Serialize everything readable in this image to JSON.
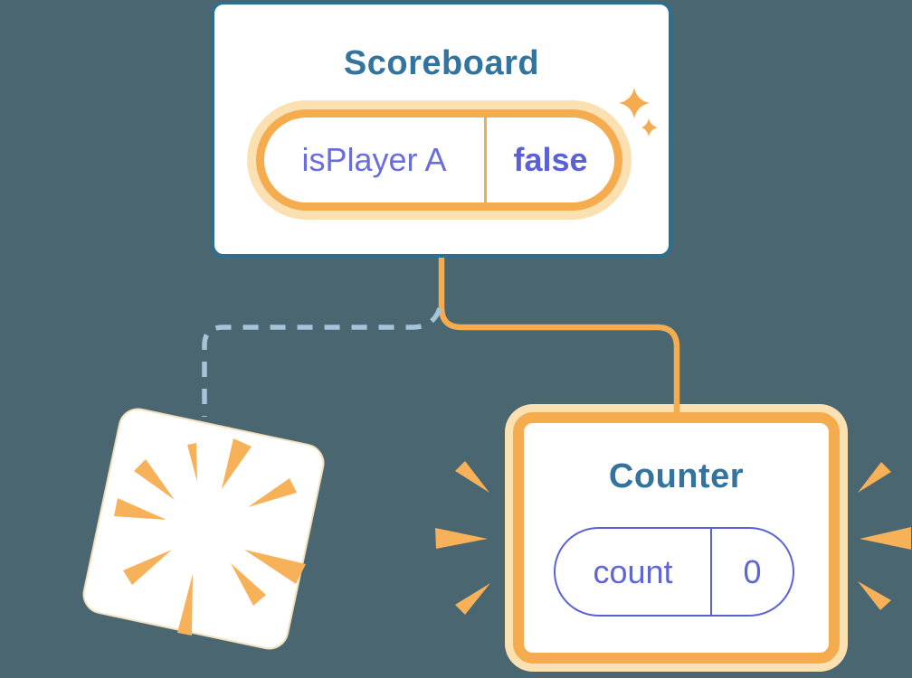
{
  "diagram": {
    "background_color": "#496671",
    "description_names": [
      "scoreboard-component",
      "counter-component",
      "destroyed-component"
    ]
  },
  "scoreboard": {
    "title": "Scoreboard",
    "state": {
      "key": "isPlayer A",
      "value": "false"
    }
  },
  "counter": {
    "title": "Counter",
    "state": {
      "key": "count",
      "value": "0"
    }
  },
  "icons": {
    "sparkles": "two 4-point stars",
    "burst_rays": "radial poof wedges",
    "emphasis_marks": "wedges flanking counter card"
  },
  "colors": {
    "card_border_blue": "#2D6E91",
    "title_teal": "#33749F",
    "state_purple": "#5F66D4",
    "state_purple_bold": "#5A61D6",
    "orange": "#F5AC4E",
    "orange_light": "#FBE0B2",
    "ray_orange": "#F7B159",
    "dash_blue": "#A5C3D9",
    "card_white": "#FFFFFF"
  }
}
